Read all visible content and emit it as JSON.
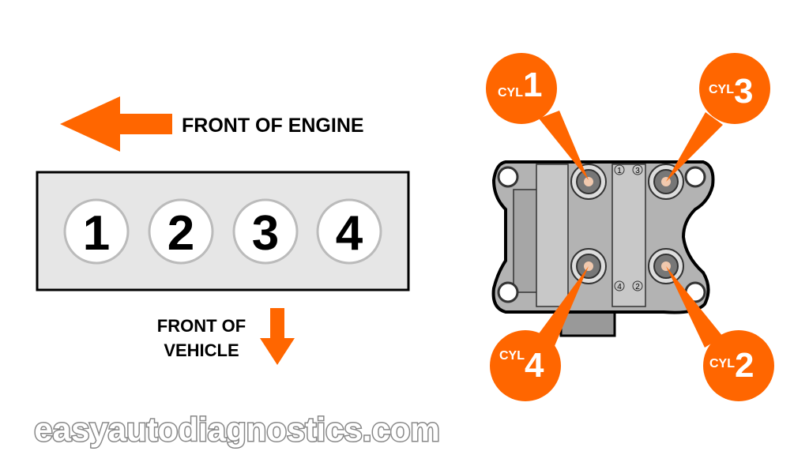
{
  "left": {
    "front_of_engine": "FRONT OF ENGINE",
    "front_of_vehicle_line1": "FRONT OF",
    "front_of_vehicle_line2": "VEHICLE",
    "cylinders": [
      "1",
      "2",
      "3",
      "4"
    ]
  },
  "coil": {
    "tower_numbers": [
      "1",
      "3",
      "4",
      "2"
    ],
    "callouts": [
      {
        "prefix": "CYL",
        "num": "1"
      },
      {
        "prefix": "CYL",
        "num": "3"
      },
      {
        "prefix": "CYL",
        "num": "4"
      },
      {
        "prefix": "CYL",
        "num": "2"
      }
    ]
  },
  "watermark": "easyautodiagnostics.com",
  "colors": {
    "accent": "#ff6600",
    "block": "#e6e6e6",
    "coil": "#b3b3b3"
  }
}
